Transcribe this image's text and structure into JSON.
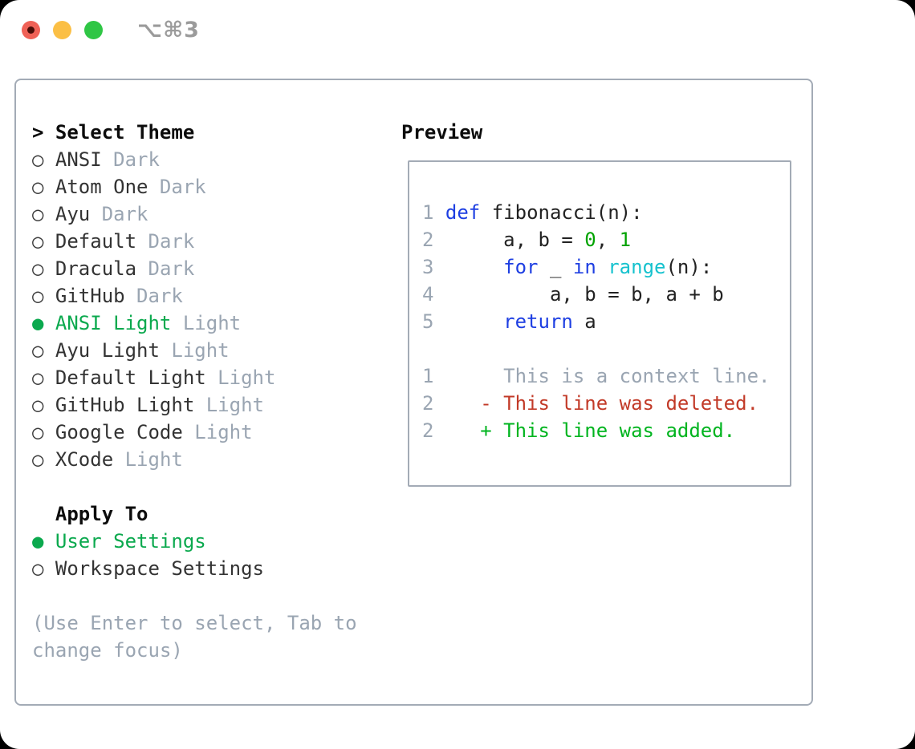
{
  "window": {
    "title_shortcut": "⌥⌘3"
  },
  "colors": {
    "green": "#0ba94e",
    "add_green": "#00b41f",
    "code_green": "#00a300",
    "red": "#c23a28",
    "blue": "#1e3fe2",
    "cyan": "#16c2ce",
    "gray": "#9aa5b2",
    "traffic_red": "#ef6156",
    "traffic_yellow": "#fbbf45",
    "traffic_green": "#2fc645"
  },
  "icons": {
    "close": "close-circle-icon",
    "minimize": "minimize-circle-icon",
    "zoom": "zoom-circle-icon",
    "selected_marker": "●",
    "unselected_marker": "○"
  },
  "theme_panel": {
    "header": {
      "caret": ">",
      "title": "Select Theme"
    },
    "themes": [
      {
        "name": "ANSI",
        "variant": "Dark",
        "selected": false
      },
      {
        "name": "Atom One",
        "variant": "Dark",
        "selected": false
      },
      {
        "name": "Ayu",
        "variant": "Dark",
        "selected": false
      },
      {
        "name": "Default",
        "variant": "Dark",
        "selected": false
      },
      {
        "name": "Dracula",
        "variant": "Dark",
        "selected": false
      },
      {
        "name": "GitHub",
        "variant": "Dark",
        "selected": false
      },
      {
        "name": "ANSI Light",
        "variant": "Light",
        "selected": true
      },
      {
        "name": "Ayu Light",
        "variant": "Light",
        "selected": false
      },
      {
        "name": "Default Light",
        "variant": "Light",
        "selected": false
      },
      {
        "name": "GitHub Light",
        "variant": "Light",
        "selected": false
      },
      {
        "name": "Google Code",
        "variant": "Light",
        "selected": false
      },
      {
        "name": "XCode",
        "variant": "Light",
        "selected": false
      }
    ],
    "apply_to": {
      "title": "Apply To",
      "options": [
        {
          "name": "User Settings",
          "selected": true
        },
        {
          "name": "Workspace Settings",
          "selected": false
        }
      ]
    },
    "help_lines": [
      "(Use Enter to select, Tab to",
      "change focus)"
    ]
  },
  "preview": {
    "title": "Preview",
    "code_lines": [
      {
        "num": "1",
        "segments": [
          {
            "text": " ",
            "style": "plain"
          },
          {
            "text": "def",
            "style": "keyword"
          },
          {
            "text": " fibonacci(n):",
            "style": "plain"
          }
        ]
      },
      {
        "num": "2",
        "segments": [
          {
            "text": "      a, b = ",
            "style": "plain"
          },
          {
            "text": "0",
            "style": "number"
          },
          {
            "text": ", ",
            "style": "plain"
          },
          {
            "text": "1",
            "style": "number"
          }
        ]
      },
      {
        "num": "3",
        "segments": [
          {
            "text": "      ",
            "style": "plain"
          },
          {
            "text": "for",
            "style": "keyword"
          },
          {
            "text": " _ ",
            "style": "plain"
          },
          {
            "text": "in",
            "style": "keyword"
          },
          {
            "text": " ",
            "style": "plain"
          },
          {
            "text": "range",
            "style": "builtin"
          },
          {
            "text": "(n):",
            "style": "plain"
          }
        ]
      },
      {
        "num": "4",
        "segments": [
          {
            "text": "          a, b = b, a + b",
            "style": "plain"
          }
        ]
      },
      {
        "num": "5",
        "segments": [
          {
            "text": "      ",
            "style": "plain"
          },
          {
            "text": "return",
            "style": "keyword"
          },
          {
            "text": " a",
            "style": "plain"
          }
        ]
      }
    ],
    "diff_lines": [
      {
        "num": "1",
        "segments": [
          {
            "text": "      This is a context line.",
            "style": "context"
          }
        ]
      },
      {
        "num": "2",
        "segments": [
          {
            "text": "    - This line was deleted.",
            "style": "deleted"
          }
        ]
      },
      {
        "num": "2",
        "segments": [
          {
            "text": "    + This line was added.",
            "style": "added"
          }
        ]
      }
    ]
  }
}
